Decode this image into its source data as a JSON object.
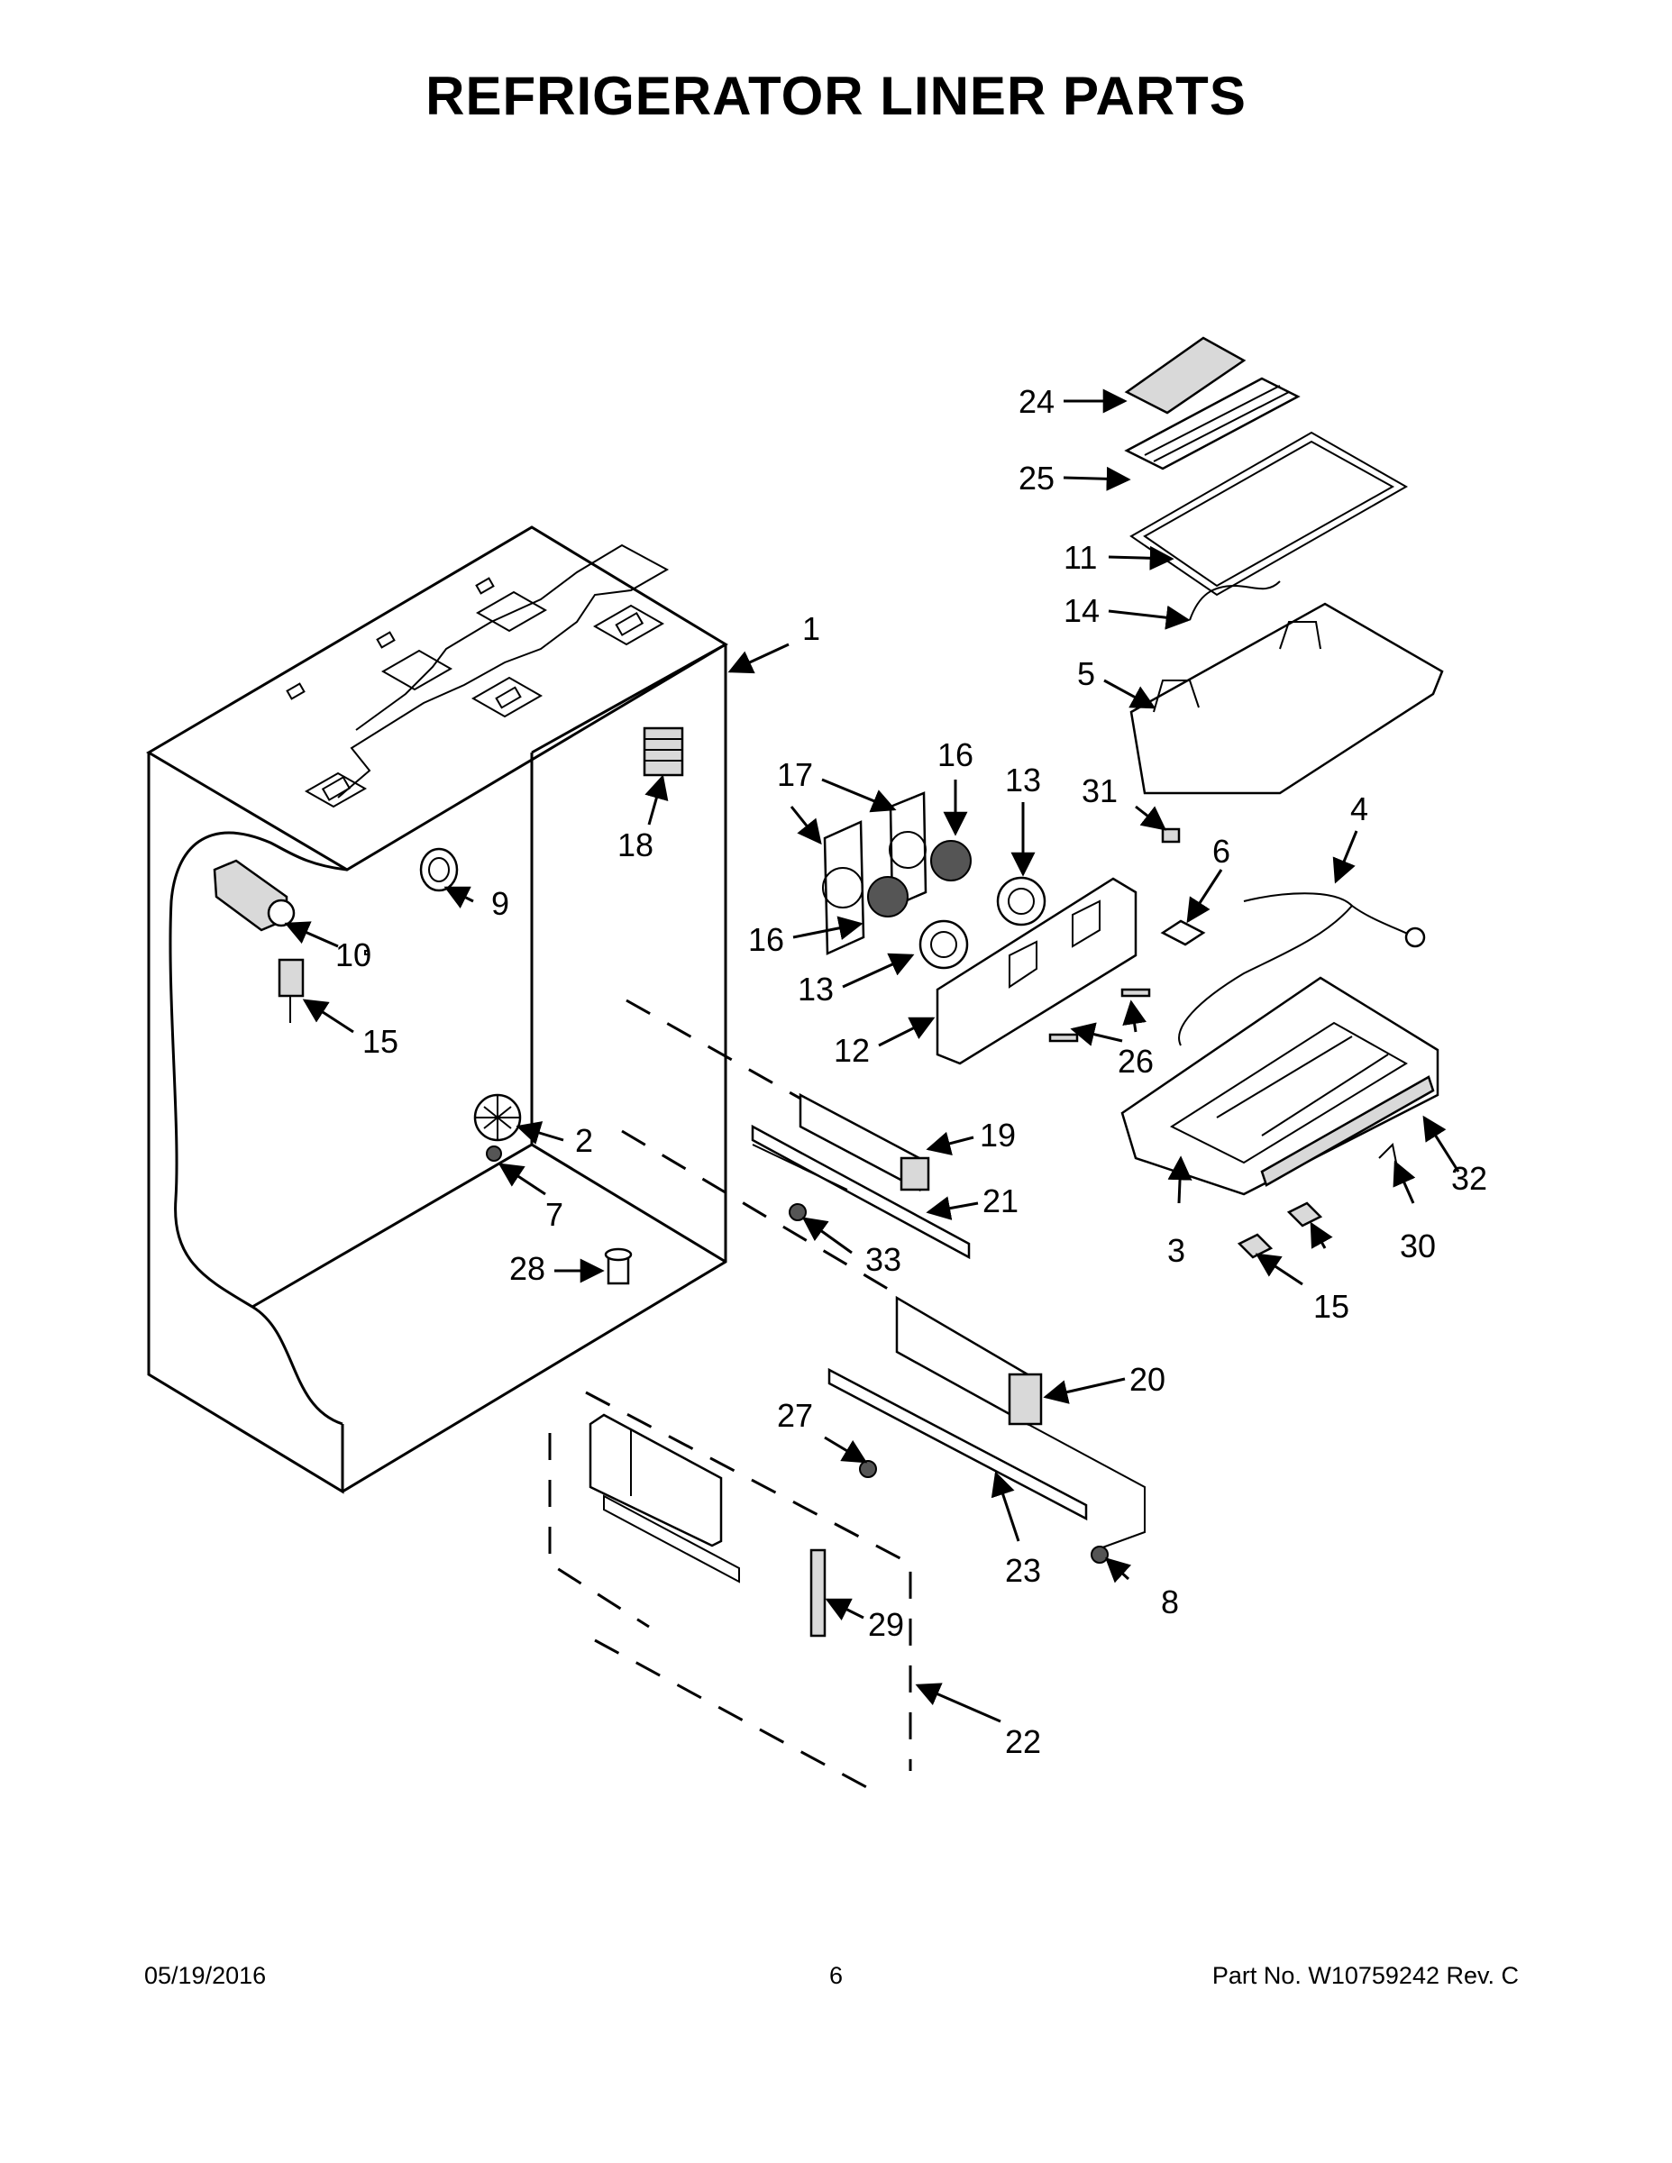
{
  "page": {
    "title": "REFRIGERATOR LINER PARTS",
    "footer": {
      "date": "05/19/2016",
      "page_number": "6",
      "part_number": "Part No.  W10759242  Rev.  C"
    }
  },
  "callouts": {
    "c1": "1",
    "c2": "2",
    "c3": "3",
    "c4": "4",
    "c5": "5",
    "c6": "6",
    "c7": "7",
    "c8": "8",
    "c9": "9",
    "c10": "10",
    "c11": "11",
    "c12": "12",
    "c13a": "13",
    "c13b": "13",
    "c14": "14",
    "c15a": "15",
    "c15b": "15",
    "c16a": "16",
    "c16b": "16",
    "c17": "17",
    "c18": "18",
    "c19": "19",
    "c20": "20",
    "c21": "21",
    "c22": "22",
    "c23": "23",
    "c24": "24",
    "c25": "25",
    "c26": "26",
    "c27": "27",
    "c28": "28",
    "c29": "29",
    "c30": "30",
    "c31": "31",
    "c32": "32",
    "c33": "33"
  }
}
